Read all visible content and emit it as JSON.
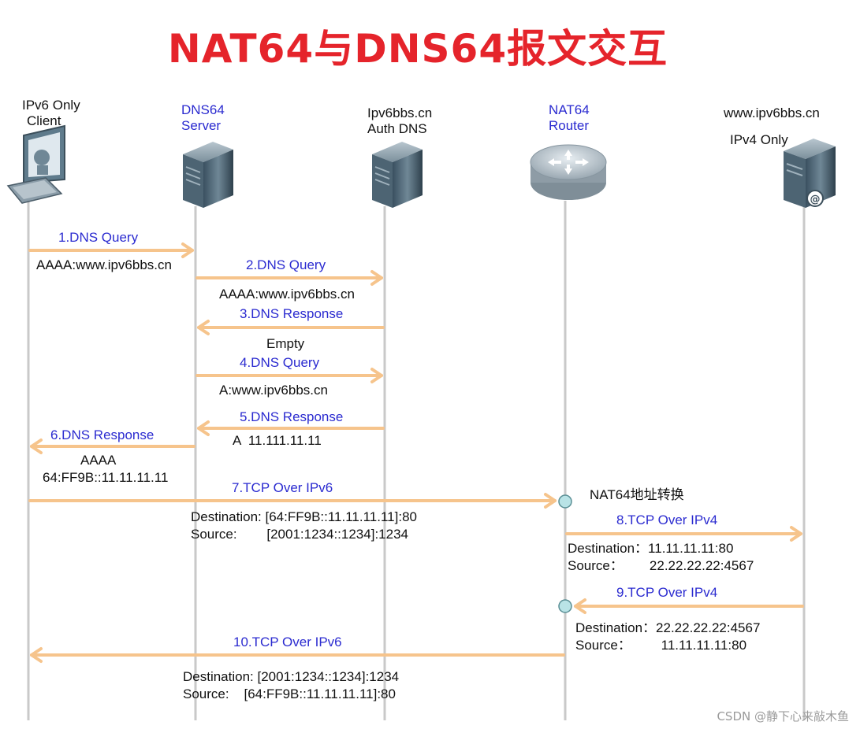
{
  "title": "NAT64与DNS64报文交互",
  "nodes": {
    "client": {
      "line1": "IPv6 Only",
      "line2": "Client"
    },
    "dns64": {
      "line1": "DNS64",
      "line2": "Server"
    },
    "auth": {
      "line1": "Ipv6bbs.cn",
      "line2": "Auth DNS"
    },
    "nat64": {
      "line1": "NAT64",
      "line2": "Router"
    },
    "server": {
      "line1": "www.ipv6bbs.cn",
      "line2": "IPv4 Only"
    }
  },
  "messages": [
    {
      "label": "1.DNS Query",
      "detail": "AAAA:www.ipv6bbs.cn"
    },
    {
      "label": "2.DNS Query",
      "detail": "AAAA:www.ipv6bbs.cn"
    },
    {
      "label": "3.DNS Response",
      "detail": "Empty"
    },
    {
      "label": "4.DNS Query",
      "detail": "A:www.ipv6bbs.cn"
    },
    {
      "label": "5.DNS Response",
      "detail": "A  11.111.11.11"
    },
    {
      "label": "6.DNS Response",
      "detail": "AAAA",
      "detail2": "64:FF9B::11.11.11.11"
    },
    {
      "label": "7.TCP Over IPv6",
      "detail": "Destination: [64:FF9B::11.11.11.11]:80",
      "detail2": "Source:        [2001:1234::1234]:1234"
    },
    {
      "label": "8.TCP Over IPv4",
      "detail": "Destination：11.11.11.11:80",
      "detail2": "Source：       22.22.22.22:4567"
    },
    {
      "label": "9.TCP Over IPv4",
      "detail": "Destination：22.22.22.22:4567",
      "detail2": "Source：        11.11.11.11:80"
    },
    {
      "label": "10.TCP Over IPv6",
      "detail": "Destination: [2001:1234::1234]:1234",
      "detail2": "Source:    [64:FF9B::11.11.11.11]:80"
    }
  ],
  "nat_note": "NAT64地址转换",
  "watermark": "CSDN @静下心来敲木鱼",
  "colors": {
    "title": "#e5242b",
    "arrow": "#f6c48c",
    "lifeline": "#c9c9c9",
    "label_blue": "#2b2bd0",
    "nat_dot": "#b9e3e6"
  },
  "icons": [
    "computer-icon",
    "server-tower-icon",
    "router-icon",
    "web-server-icon"
  ]
}
